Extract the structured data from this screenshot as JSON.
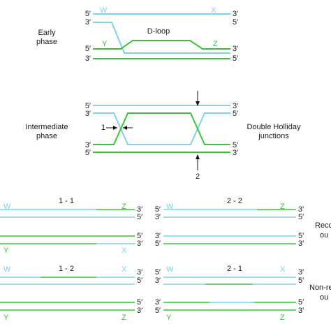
{
  "phases": {
    "early": [
      "Early",
      "phase"
    ],
    "intermediate": [
      "Intermediate",
      "phase"
    ]
  },
  "structure_labels": {
    "d_loop": "D-loop",
    "double_holliday": [
      "Double Holliday",
      "junctions"
    ],
    "junction_1": "1",
    "junction_2": "2"
  },
  "outcomes": {
    "recombinant": [
      "Recc",
      "ou"
    ],
    "non_recombinant": [
      "Non-re",
      "ou"
    ]
  },
  "resolutions": {
    "r11": "1 - 1",
    "r22": "2 - 2",
    "r12": "1 - 2",
    "r21": "2 - 1"
  },
  "strand_ends": {
    "five": "5′",
    "three": "3′"
  },
  "markers": {
    "W": "W",
    "X": "X",
    "Y": "Y",
    "Z": "Z"
  },
  "colors": {
    "blue": "#7fd3e8",
    "green": "#39c43a"
  }
}
